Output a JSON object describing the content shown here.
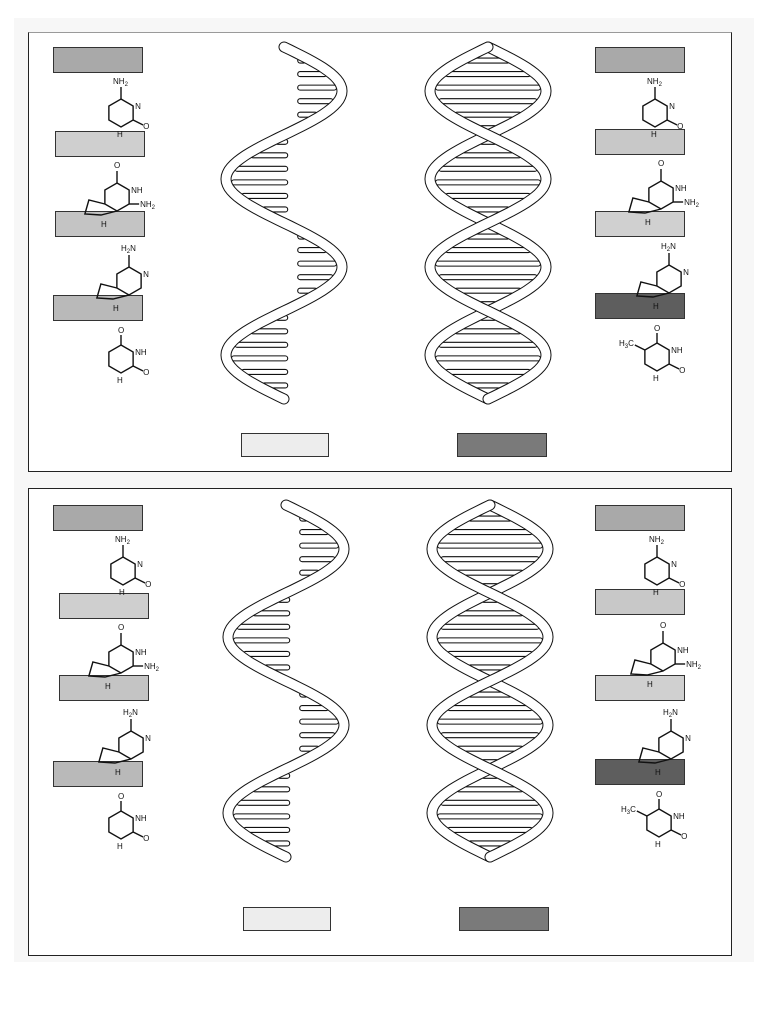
{
  "worksheet": {
    "panels": [
      {
        "id": "top",
        "left_boxes": [
          {
            "role": "cytosine-label",
            "fill": "#a9a9a9"
          },
          {
            "role": "guanine-label",
            "fill": "#cfcfcf"
          },
          {
            "role": "adenine-label",
            "fill": "#c4c4c4"
          },
          {
            "role": "uracil-label",
            "fill": "#b9b9b9"
          }
        ],
        "right_boxes": [
          {
            "role": "cytosine-label",
            "fill": "#a9a9a9"
          },
          {
            "role": "guanine-label",
            "fill": "#c8c8c8"
          },
          {
            "role": "adenine-label",
            "fill": "#d0d0d0"
          },
          {
            "role": "thymine-label",
            "fill": "#5e5e5e"
          }
        ],
        "rna_label_fill": "#ededed",
        "dna_label_fill": "#7a7a7a"
      },
      {
        "id": "bottom",
        "left_boxes": [
          {
            "role": "cytosine-label",
            "fill": "#a9a9a9"
          },
          {
            "role": "guanine-label",
            "fill": "#cfcfcf"
          },
          {
            "role": "adenine-label",
            "fill": "#c4c4c4"
          },
          {
            "role": "uracil-label",
            "fill": "#b9b9b9"
          }
        ],
        "right_boxes": [
          {
            "role": "cytosine-label",
            "fill": "#a9a9a9"
          },
          {
            "role": "guanine-label",
            "fill": "#c8c8c8"
          },
          {
            "role": "adenine-label",
            "fill": "#d0d0d0"
          },
          {
            "role": "thymine-label",
            "fill": "#5e5e5e"
          }
        ],
        "rna_label_fill": "#ededed",
        "dna_label_fill": "#7a7a7a"
      }
    ],
    "molecule_text": {
      "amino": "NH",
      "amino_sub": "2",
      "amino_alt": "H",
      "amino_alt_sub": "2",
      "amino_alt_tail": "N",
      "ring_n": "N",
      "ring_nh": "NH",
      "ring_h": "H",
      "oxo": "O",
      "methyl": "H",
      "methyl_sub": "3",
      "methyl_tail": "C"
    }
  }
}
